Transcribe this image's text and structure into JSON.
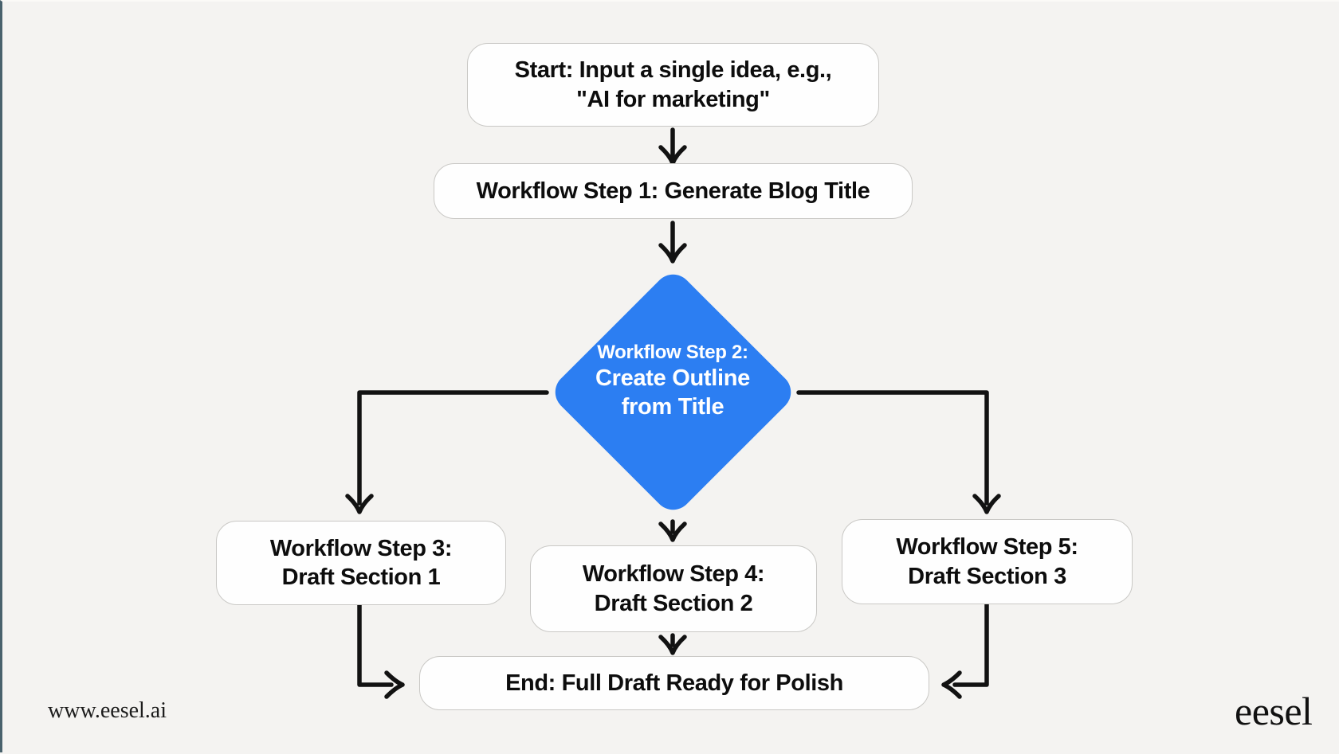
{
  "meta": {
    "footer_url": "www.eesel.ai",
    "brand_logo": "eesel"
  },
  "colors": {
    "background": "#f4f3f1",
    "decision_blue": "#2c7ef2",
    "node_fill": "#fefefe",
    "node_border": "#c9c8c5",
    "arrow": "#121212",
    "left_edge_accent": "#49626d"
  },
  "flowchart": {
    "type": "diagram",
    "nodes": {
      "start": {
        "lines": [
          "Start: Input a single idea, e.g.,",
          "\"AI for marketing\""
        ]
      },
      "step1": {
        "lines": [
          "Workflow Step 1: Generate Blog Title"
        ]
      },
      "step2": {
        "prefix": "Workflow Step 2:",
        "lines": [
          "Create Outline",
          "from Title"
        ]
      },
      "step3": {
        "lines": [
          "Workflow Step 3:",
          "Draft Section 1"
        ]
      },
      "step4": {
        "lines": [
          "Workflow Step 4:",
          "Draft Section 2"
        ]
      },
      "step5": {
        "lines": [
          "Workflow Step 5:",
          "Draft Section 3"
        ]
      },
      "end": {
        "lines": [
          "End: Full Draft Ready for Polish"
        ]
      }
    },
    "edges": [
      "start -> step1",
      "step1 -> step2",
      "step2 -> step3",
      "step2 -> step4",
      "step2 -> step5",
      "step3 -> end",
      "step4 -> end",
      "step5 -> end"
    ]
  }
}
